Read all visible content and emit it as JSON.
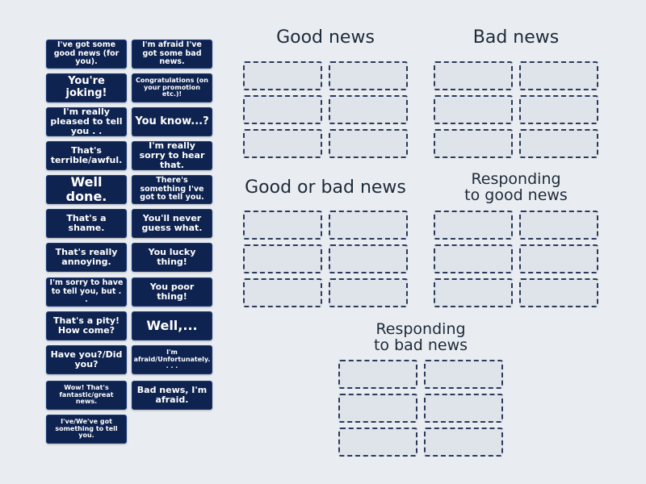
{
  "cards": [
    "I've got some good news (for you).",
    "I'm afraid I've got some bad news.",
    "You're joking!",
    "Congratulations (on your promotion etc.)!",
    "I'm really pleased to tell you . .",
    "You know...?",
    "That's terrible/awful.",
    "I'm really sorry to hear that.",
    "Well done.",
    "There's something I've got to tell you.",
    "That's a shame.",
    "You'll never guess what.",
    "That's really annoying.",
    "You lucky thing!",
    "I'm sorry to have to tell you, but . .",
    "You poor thing!",
    "That's a pity! How come?",
    "Well,...",
    "Have you?/Did you?",
    "I'm afraid/Unfortunately. . . .",
    "Wow! That's fantastic/great news.",
    "Bad news, I'm afraid.",
    "I've/We've got something to tell you."
  ],
  "groups": {
    "good_news": "Good news",
    "bad_news": "Bad news",
    "good_or_bad": "Good or bad news",
    "responding_good": "Responding\nto good news",
    "responding_bad": "Responding\nto bad news"
  }
}
